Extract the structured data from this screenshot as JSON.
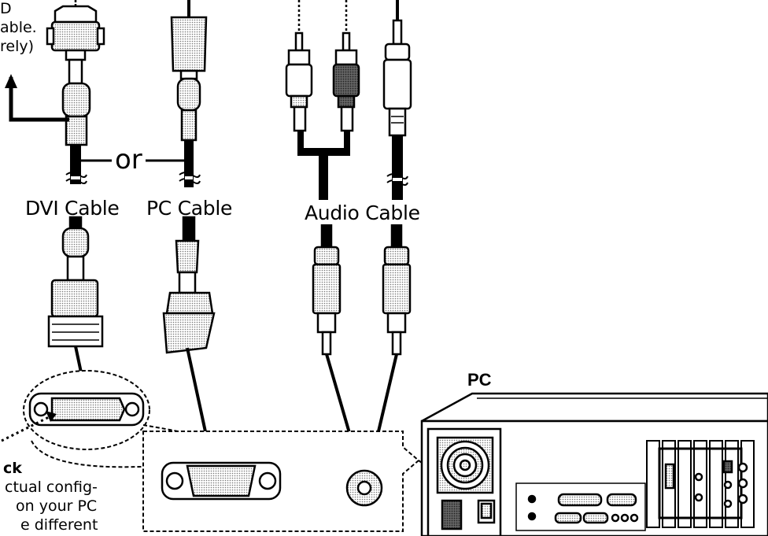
{
  "labels": {
    "dvi_cable": "DVI Cable",
    "pc_cable": "PC Cable",
    "audio_cable": "Audio Cable",
    "or": "or",
    "pc": "PC"
  },
  "note_top": [
    "D",
    "able.",
    "rely)"
  ],
  "note_bottom": {
    "title": "ck",
    "lines": [
      "ctual config-",
      "on your PC",
      "e different"
    ]
  },
  "colors": {
    "ink": "#000000",
    "paper": "#ffffff",
    "shade": "#bdbdbd",
    "dark": "#5a5a5a"
  }
}
